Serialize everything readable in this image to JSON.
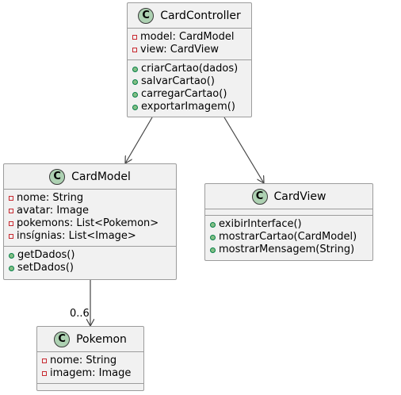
{
  "classes": {
    "card_controller": {
      "name": "CardController",
      "stereotype": "C",
      "attributes": [
        "model: CardModel",
        "view: CardView"
      ],
      "methods": [
        "criarCartao(dados)",
        "salvarCartao()",
        "carregarCartao()",
        "exportarImagem()"
      ]
    },
    "card_model": {
      "name": "CardModel",
      "stereotype": "C",
      "attributes": [
        "nome: String",
        "avatar: Image",
        "pokemons: List<Pokemon>",
        "insígnias: List<Image>"
      ],
      "methods": [
        "getDados()",
        "setDados()"
      ]
    },
    "card_view": {
      "name": "CardView",
      "stereotype": "C",
      "attributes": [],
      "methods": [
        "exibirInterface()",
        "mostrarCartao(CardModel)",
        "mostrarMensagem(String)"
      ]
    },
    "pokemon": {
      "name": "Pokemon",
      "stereotype": "C",
      "attributes": [
        "nome: String",
        "imagem: Image"
      ],
      "methods": []
    }
  },
  "relations": {
    "model_to_pokemon_multiplicity": "0..6"
  },
  "colors": {
    "class_fill": "#f1f1f1",
    "class_border": "#9c9c9c",
    "badge_fill": "#add1b2",
    "private_marker": "#c82930",
    "public_marker": "#038048",
    "edge": "#444444"
  }
}
